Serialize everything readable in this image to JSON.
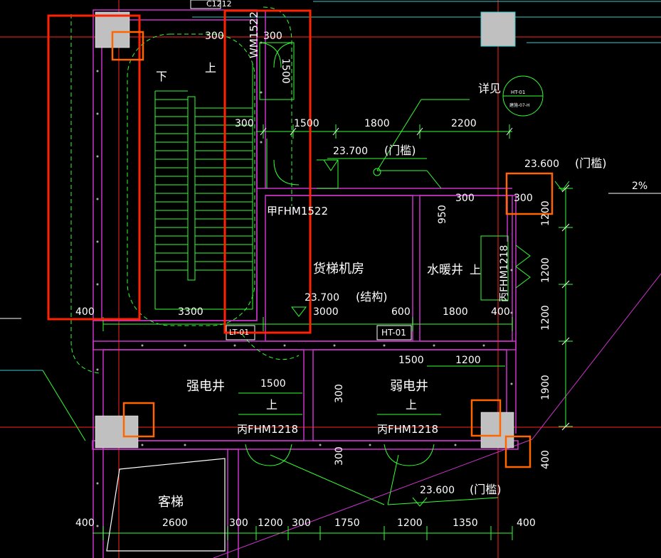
{
  "drawing": {
    "rooms": {
      "freight_elevator_room": "货梯机房",
      "structure_note": "(结构)",
      "strong_current_shaft": "强电井",
      "weak_current_shaft": "弱电井",
      "water_shaft": "水暖井",
      "passenger_elevator": "客梯",
      "stair_down": "下",
      "stair_up": "上",
      "up_arrow_text": "上"
    },
    "doors": {
      "door_wm1522": "WM1522",
      "door_jia_fhm1522": "甲FHM1522",
      "door_bing_fhm1218_left": "丙FHM1218",
      "door_bing_fhm1218_mid": "丙FHM1218",
      "door_bing_fhm1218_right": "丙FHM1218",
      "door_c1212": "C1212"
    },
    "tags": {
      "ht01_box": "HT-01",
      "lt01_box": "LT-01",
      "ht01_circle_top": "HT-01",
      "ht01_circle_bottom": "建施-07-H"
    },
    "notes": {
      "see_detail": "详见",
      "slope": "2%",
      "elev_23700_a": "23.700",
      "elev_23700_b": "23.700",
      "elev_23600_a": "23.600",
      "elev_23600_b": "23.600",
      "threshold_a": "(门槛)",
      "threshold_b": "(门槛)",
      "threshold_c": "(门槛)"
    },
    "dims": {
      "d300_top_a": "300",
      "d300_top_b": "300",
      "d1500_v": "1500",
      "d300_mid": "300",
      "d1500_mid": "1500",
      "d1800_mid": "1800",
      "d2200": "2200",
      "d300_right": "300",
      "d300_right_b": "300",
      "d950": "950",
      "d1200_a": "1200",
      "d1200_b": "1200",
      "d1200_c": "1200",
      "d1900": "1900",
      "d400_right": "400",
      "d400_left": "400",
      "d3300": "3300",
      "d3000": "3000",
      "d600": "600",
      "d1800_low": "1800",
      "d400_low": "400",
      "d1500_strong": "1500",
      "d1500_weak": "1500",
      "d1200_weak": "1200",
      "d300_weak_v": "300",
      "d300_low_v": "300",
      "b400_left": "400",
      "b2600": "2600",
      "b300_a": "300",
      "b1200_a": "1200",
      "b300_b": "300",
      "b1750": "1750",
      "b1200_b": "1200",
      "b1350": "1350",
      "b400_right": "400"
    }
  },
  "colors": {
    "background": "#000000",
    "wall": "#cc33cc",
    "dimension": "#33ff33",
    "text": "#ffffff",
    "highlight_red": "#ff2200",
    "highlight_orange": "#ff6600",
    "column": "#c0c0c0",
    "grid_red": "#ff2222",
    "grid_cyan": "#33cccc"
  }
}
